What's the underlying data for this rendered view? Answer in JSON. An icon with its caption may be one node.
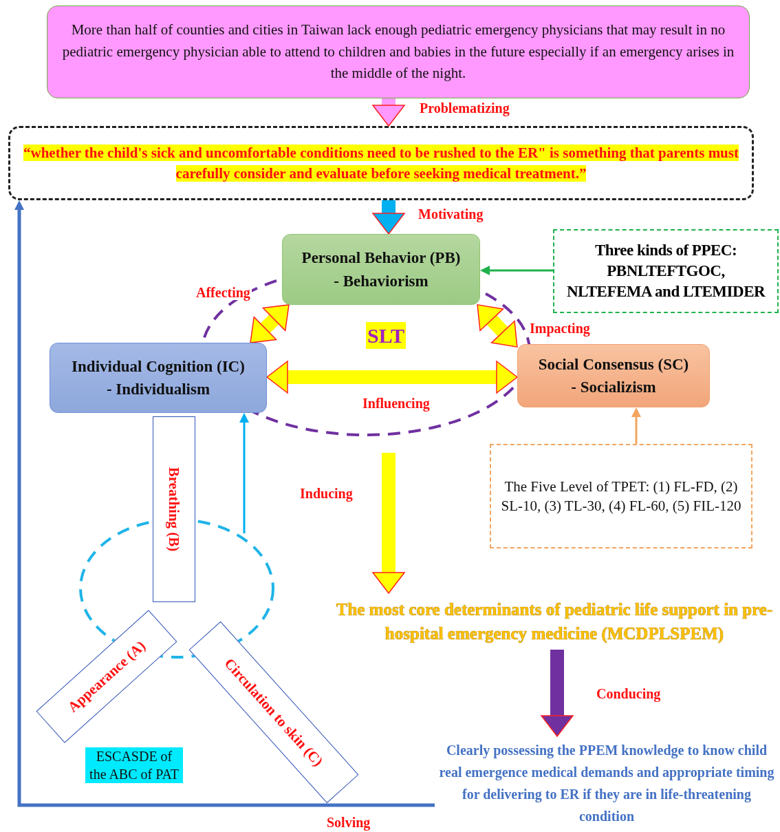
{
  "diagram": {
    "nodes": [
      {
        "text": [
          "More than half of counties and cities in Taiwan lack enough pediatric emergency physicians that may result in no pediatric emergency physician able to attend to children and babies in the future especially if an emergency arises in the middle of the night."
        ]
      },
      {
        "text": [
          "“whether the child's sick and uncomfortable conditions need to be rushed to the ER\" is something that parents must carefully consider and evaluate before seeking medical treatment.”"
        ]
      },
      {
        "text": [
          "Personal Behavior (PB)",
          "- Behaviorism"
        ]
      },
      {
        "text": [
          "Individual Cognition (IC)",
          "- Individualism"
        ]
      },
      {
        "text": [
          "Social Consensus (SC)",
          "- Socializism"
        ]
      },
      {
        "text": [
          "Three kinds of PPEC: PBNLTEFTGOC, NLTEFEMA and LTEMIDER"
        ]
      },
      {
        "text": [
          "The Five Level of TPET: (1) FL-FD, (2) SL-10, (3) TL-30, (4) FL-60, (5) FIL-120"
        ]
      },
      {
        "text": [
          "The most core determinants of pediatric life support in pre-hospital emergency medicine (MCDPLSPEM)"
        ]
      },
      {
        "text": [
          "Clearly possessing the PPEM knowledge to know child real emergence medical demands and appropriate timing for delivering to ER if they are in life-threatening condition"
        ]
      },
      {
        "text": [
          "Breathing (B)"
        ]
      },
      {
        "text": [
          "Appearance (A)"
        ]
      },
      {
        "text": [
          "Circulation to skin (C)"
        ]
      }
    ],
    "edges": [
      {
        "from": 0,
        "to": 1,
        "arrow": "to",
        "label": "Problematizing",
        "color": "#ff99ff"
      },
      {
        "from": 1,
        "to": 2,
        "arrow": "to",
        "label": "Motivating",
        "color": "#00b0f0"
      },
      {
        "from": 2,
        "to": 3,
        "arrow": "both",
        "label": "Affecting",
        "color": "#ffff00"
      },
      {
        "from": 2,
        "to": 4,
        "arrow": "both",
        "label": "Impacting",
        "color": "#ffff00"
      },
      {
        "from": 3,
        "to": 4,
        "arrow": "both",
        "label": "Influencing",
        "color": "#ffff00"
      },
      {
        "from": 5,
        "to": 2,
        "arrow": "to",
        "color": "#1fb14c"
      },
      {
        "from": 6,
        "to": 4,
        "arrow": "to",
        "color": "#f4a460"
      },
      {
        "from": null,
        "to": 7,
        "arrow": "to",
        "label": "Inducing",
        "color": "#ffff00"
      },
      {
        "from": 7,
        "to": 8,
        "arrow": "to",
        "label": "Conducing",
        "color": "#7030a0"
      },
      {
        "from": null,
        "to": 3,
        "arrow": "to",
        "color": "#00b0f0"
      },
      {
        "from": 8,
        "to": 1,
        "arrow": "to",
        "label": "Solving",
        "color": "#4472c4"
      }
    ],
    "labels": [
      "SLT",
      "ESCASDE of the ABC of PAT"
    ]
  }
}
